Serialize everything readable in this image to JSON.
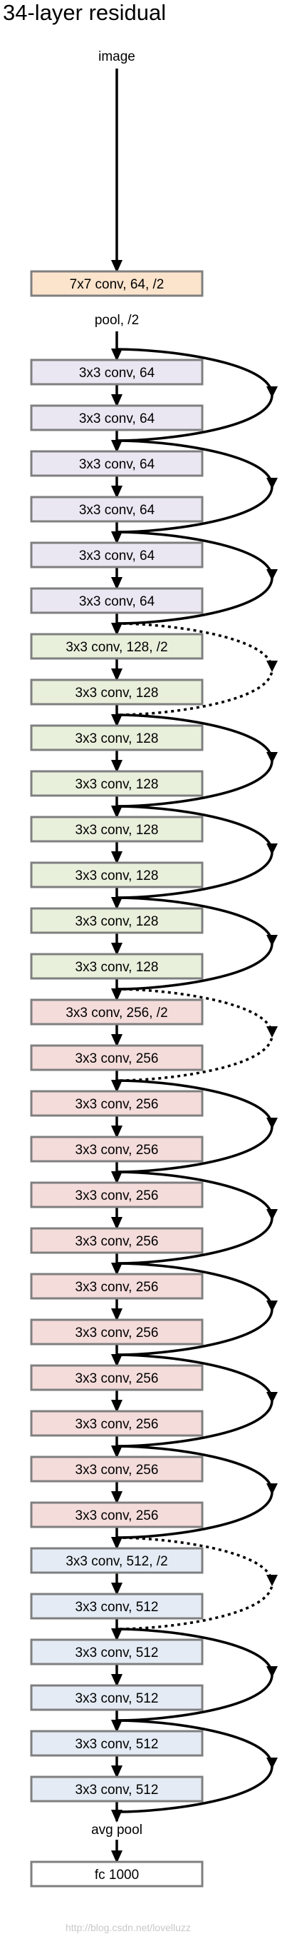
{
  "title": "34-layer residual",
  "input_label": "image",
  "stem_layer": {
    "label": "7x7 conv, 64, /2",
    "color": "#fce4cc"
  },
  "pool_label": "pool, /2",
  "stages": [
    {
      "color": "#eae7f2",
      "layers": [
        "3x3 conv, 64",
        "3x3 conv, 64",
        "3x3 conv, 64",
        "3x3 conv, 64",
        "3x3 conv, 64",
        "3x3 conv, 64"
      ]
    },
    {
      "color": "#e8f0dc",
      "layers": [
        "3x3 conv, 128, /2",
        "3x3 conv, 128",
        "3x3 conv, 128",
        "3x3 conv, 128",
        "3x3 conv, 128",
        "3x3 conv, 128",
        "3x3 conv, 128",
        "3x3 conv, 128"
      ]
    },
    {
      "color": "#f4dcdb",
      "layers": [
        "3x3 conv, 256, /2",
        "3x3 conv, 256",
        "3x3 conv, 256",
        "3x3 conv, 256",
        "3x3 conv, 256",
        "3x3 conv, 256",
        "3x3 conv, 256",
        "3x3 conv, 256",
        "3x3 conv, 256",
        "3x3 conv, 256",
        "3x3 conv, 256",
        "3x3 conv, 256"
      ]
    },
    {
      "color": "#e4ebf4",
      "layers": [
        "3x3 conv, 512, /2",
        "3x3 conv, 512",
        "3x3 conv, 512",
        "3x3 conv, 512",
        "3x3 conv, 512",
        "3x3 conv, 512"
      ]
    }
  ],
  "shortcuts": [
    {
      "dashed": false
    },
    {
      "dashed": false
    },
    {
      "dashed": false
    },
    {
      "dashed": true
    },
    {
      "dashed": false
    },
    {
      "dashed": false
    },
    {
      "dashed": false
    },
    {
      "dashed": true
    },
    {
      "dashed": false
    },
    {
      "dashed": false
    },
    {
      "dashed": false
    },
    {
      "dashed": false
    },
    {
      "dashed": false
    },
    {
      "dashed": true
    },
    {
      "dashed": false
    },
    {
      "dashed": false
    }
  ],
  "avgpool_label": "avg pool",
  "fc_layer": {
    "label": "fc 1000",
    "color": "#ffffff"
  },
  "watermark": "http://blog.csdn.net/lovelluzz"
}
